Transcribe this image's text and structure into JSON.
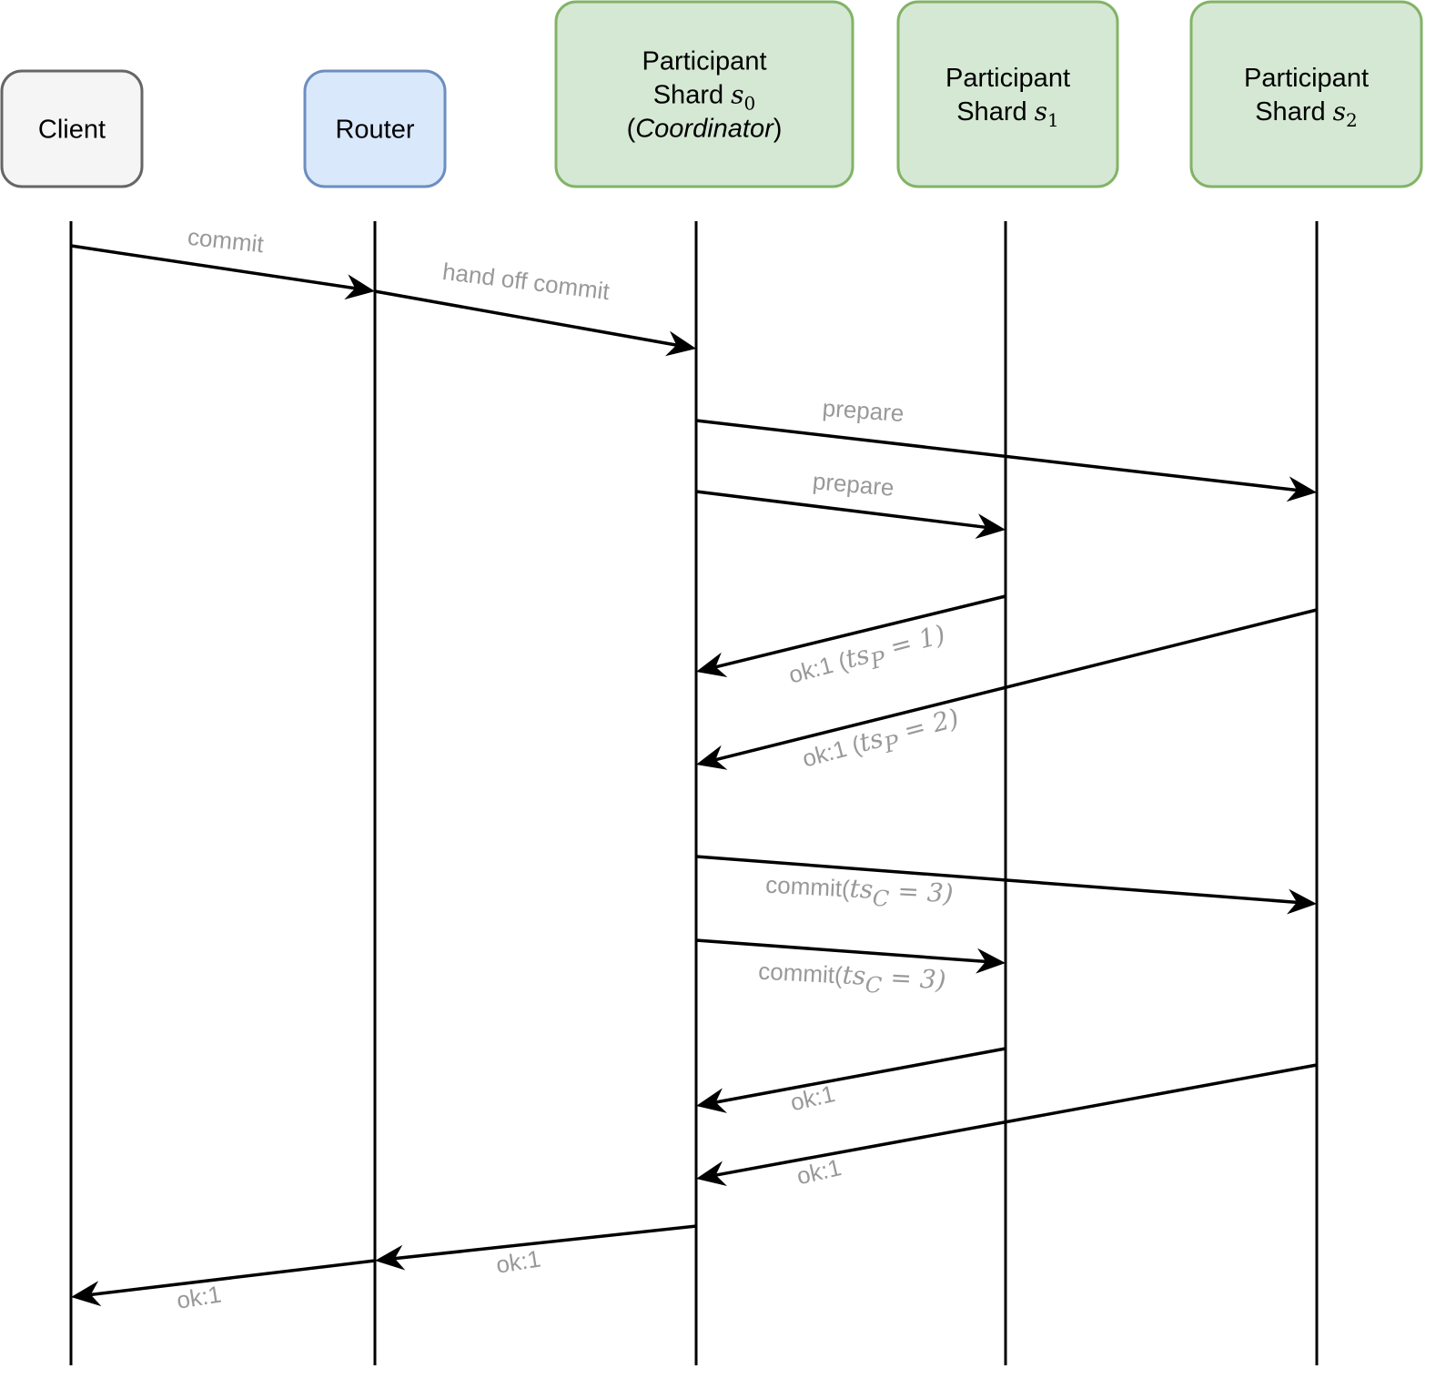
{
  "diagram": {
    "type": "sequence",
    "colors": {
      "line": "#000000",
      "label": "#999999",
      "client_fill": "#f5f5f5",
      "client_stroke": "#666666",
      "router_fill": "#dae8fc",
      "router_stroke": "#6c8ebf",
      "shard_fill": "#d5e8d4",
      "shard_stroke": "#82b366"
    },
    "actors": [
      {
        "id": "client",
        "lines": [
          {
            "text": "Client"
          }
        ],
        "style": "client"
      },
      {
        "id": "router",
        "lines": [
          {
            "text": "Router"
          }
        ],
        "style": "router"
      },
      {
        "id": "s0",
        "lines": [
          {
            "text": "Participant"
          },
          {
            "text": "Shard ",
            "math": "s",
            "sub": "0"
          },
          {
            "text": "(",
            "italic": "Coordinator",
            "after": ")"
          }
        ],
        "style": "shard"
      },
      {
        "id": "s1",
        "lines": [
          {
            "text": "Participant"
          },
          {
            "text": "Shard ",
            "math": "s",
            "sub": "1"
          }
        ],
        "style": "shard"
      },
      {
        "id": "s2",
        "lines": [
          {
            "text": "Participant"
          },
          {
            "text": "Shard ",
            "math": "s",
            "sub": "2"
          }
        ],
        "style": "shard"
      }
    ],
    "messages": [
      {
        "from": "client",
        "to": "router",
        "label": "commit"
      },
      {
        "from": "router",
        "to": "s0",
        "label": "hand off commit"
      },
      {
        "from": "s0",
        "to": "s2",
        "label": "prepare"
      },
      {
        "from": "s0",
        "to": "s1",
        "label": "prepare"
      },
      {
        "from": "s1",
        "to": "s0",
        "label": "ok:1 (",
        "math": "ts",
        "mathsub": "P",
        "tail": " = 1)"
      },
      {
        "from": "s2",
        "to": "s0",
        "label": "ok:1 (",
        "math": "ts",
        "mathsub": "P",
        "tail": " = 2)"
      },
      {
        "from": "s0",
        "to": "s2",
        "label": "commit(",
        "math": "ts",
        "mathsub": "C",
        "tail": " = 3)"
      },
      {
        "from": "s0",
        "to": "s1",
        "label": "commit(",
        "math": "ts",
        "mathsub": "C",
        "tail": " = 3)"
      },
      {
        "from": "s1",
        "to": "s0",
        "label": "ok:1"
      },
      {
        "from": "s2",
        "to": "s0",
        "label": "ok:1"
      },
      {
        "from": "s0",
        "to": "router",
        "label": "ok:1"
      },
      {
        "from": "router",
        "to": "client",
        "label": "ok:1"
      }
    ]
  }
}
